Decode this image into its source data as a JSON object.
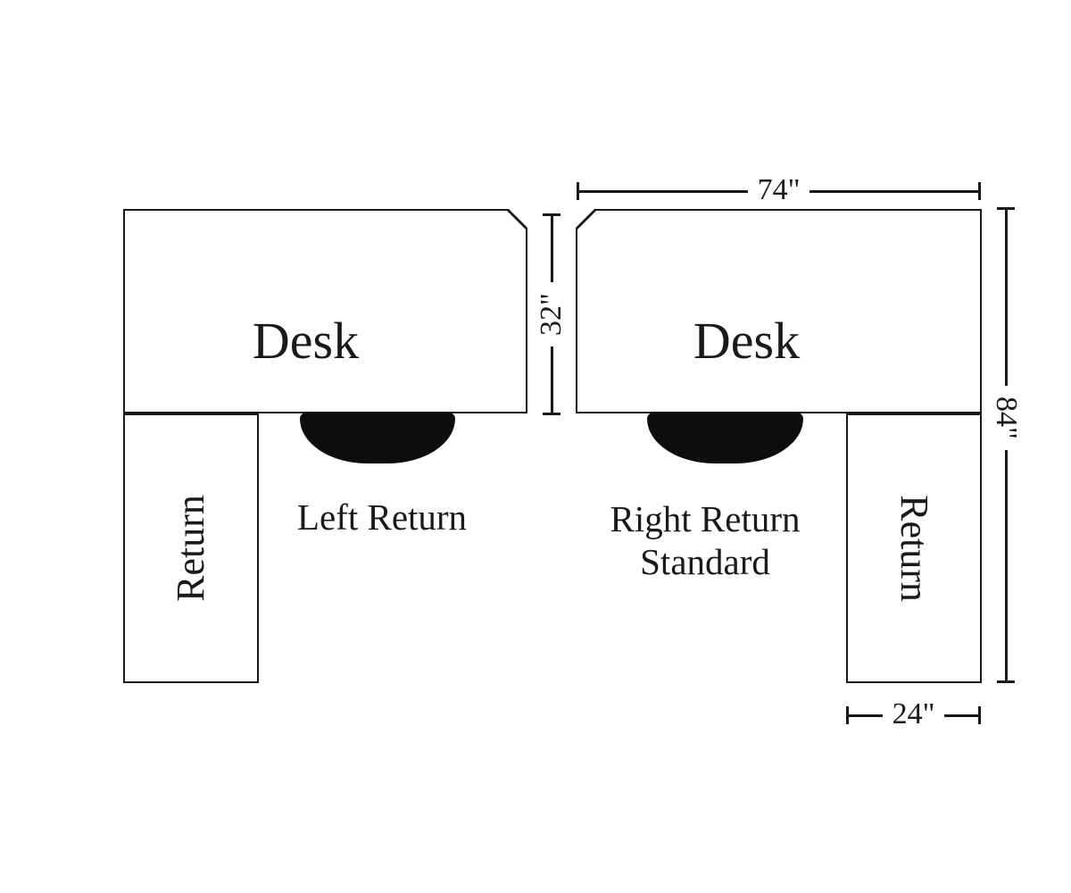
{
  "diagram": {
    "left_config": {
      "desk_label": "Desk",
      "return_label": "Return",
      "caption": "Left Return"
    },
    "right_config": {
      "desk_label": "Desk",
      "return_label": "Return",
      "caption_line1": "Right Return",
      "caption_line2": "Standard"
    },
    "dimensions": {
      "desk_width": "74\"",
      "desk_depth": "32\"",
      "overall_depth": "84\"",
      "return_width": "24\""
    },
    "colors": {
      "line": "#1a1a1a",
      "chair_fill": "#0d0d0d",
      "background": "#ffffff"
    }
  }
}
